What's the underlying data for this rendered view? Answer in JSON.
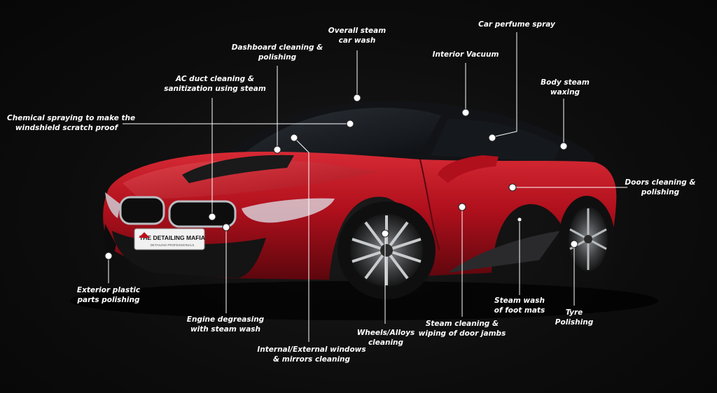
{
  "brand": {
    "plate_text": "THE DETAILING MAFIA",
    "plate_subtext": "DETAILING PROFESSIONALS"
  },
  "colors": {
    "background": "#0b0b0b",
    "car_body": "#b0101c",
    "label_text": "#ffffff",
    "leader_line": "#ffffff"
  },
  "callouts": [
    {
      "id": "overall-steam-car-wash",
      "lines": [
        "Overall steam",
        "car wash"
      ]
    },
    {
      "id": "car-perfume-spray",
      "lines": [
        "Car perfume spray"
      ]
    },
    {
      "id": "dashboard-cleaning",
      "lines": [
        "Dashboard cleaning &",
        "polishing"
      ]
    },
    {
      "id": "interior-vacuum",
      "lines": [
        "Interior Vacuum"
      ]
    },
    {
      "id": "ac-duct-cleaning",
      "lines": [
        "AC duct cleaning &",
        "sanitization using steam"
      ]
    },
    {
      "id": "body-steam-waxing",
      "lines": [
        "Body steam",
        "waxing"
      ]
    },
    {
      "id": "chemical-spraying",
      "lines": [
        "Chemical spraying to make the",
        "windshield scratch proof"
      ]
    },
    {
      "id": "doors-cleaning",
      "lines": [
        "Doors cleaning &",
        "polishing"
      ]
    },
    {
      "id": "exterior-plastic",
      "lines": [
        "Exterior plastic",
        "parts polishing"
      ]
    },
    {
      "id": "steam-wash-foot-mats",
      "lines": [
        "Steam wash",
        "of foot mats"
      ]
    },
    {
      "id": "engine-degreasing",
      "lines": [
        "Engine degreasing",
        "with steam wash"
      ]
    },
    {
      "id": "tyre-polishing",
      "lines": [
        "Tyre",
        "Polishing"
      ]
    },
    {
      "id": "steam-cleaning-door-jambs",
      "lines": [
        "Steam cleaning &",
        "wiping of door jambs"
      ]
    },
    {
      "id": "wheels-alloys",
      "lines": [
        "Wheels/Alloys",
        "cleaning"
      ]
    },
    {
      "id": "windows-mirrors",
      "lines": [
        "Internal/External windows",
        "& mirrors cleaning"
      ]
    }
  ]
}
